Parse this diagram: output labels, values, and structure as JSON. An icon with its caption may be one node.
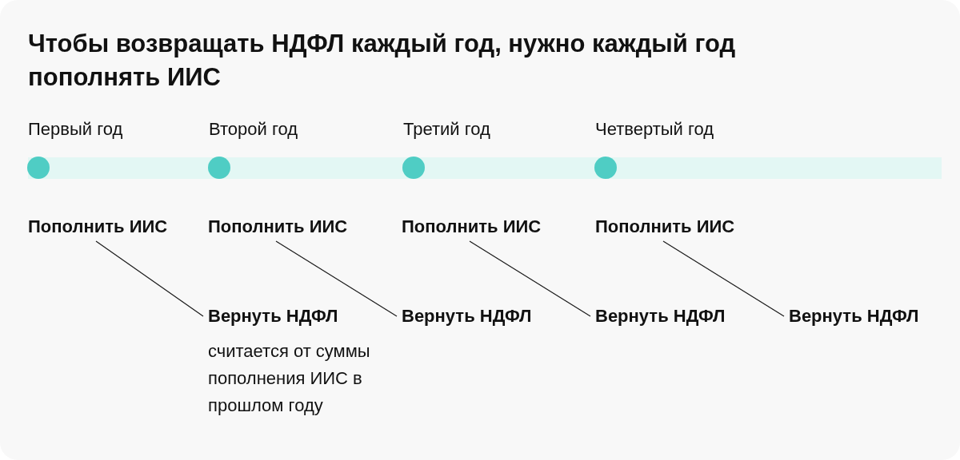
{
  "diagram": {
    "title": "Чтобы возвращать НДФЛ каждый год, нужно каждый год пополнять ИИС",
    "nodes": [
      {
        "text": [],
        "shape": "circle",
        "beside": [
          "Первый год"
        ]
      },
      {
        "text": [],
        "shape": "circle",
        "beside": [
          "Второй год"
        ]
      },
      {
        "text": [],
        "shape": "circle",
        "beside": [
          "Третий год"
        ]
      },
      {
        "text": [],
        "shape": "circle",
        "beside": [
          "Четвертый год"
        ]
      },
      {
        "text": [
          "Пополнить ИИС"
        ]
      },
      {
        "text": [
          "Пополнить ИИС"
        ]
      },
      {
        "text": [
          "Пополнить ИИС"
        ]
      },
      {
        "text": [
          "Пополнить ИИС"
        ]
      },
      {
        "text": [
          "Вернуть НДФЛ",
          "считается от суммы пополнения ИИС в прошлом году"
        ]
      },
      {
        "text": [
          "Вернуть НДФЛ"
        ]
      },
      {
        "text": [
          "Вернуть НДФЛ"
        ]
      },
      {
        "text": [
          "Вернуть НДФЛ"
        ]
      }
    ],
    "edges": [
      {
        "from": 4,
        "to": 8,
        "arrow": "none"
      },
      {
        "from": 5,
        "to": 9,
        "arrow": "none"
      },
      {
        "from": 6,
        "to": 10,
        "arrow": "none"
      },
      {
        "from": 7,
        "to": 11,
        "arrow": "none"
      }
    ]
  }
}
